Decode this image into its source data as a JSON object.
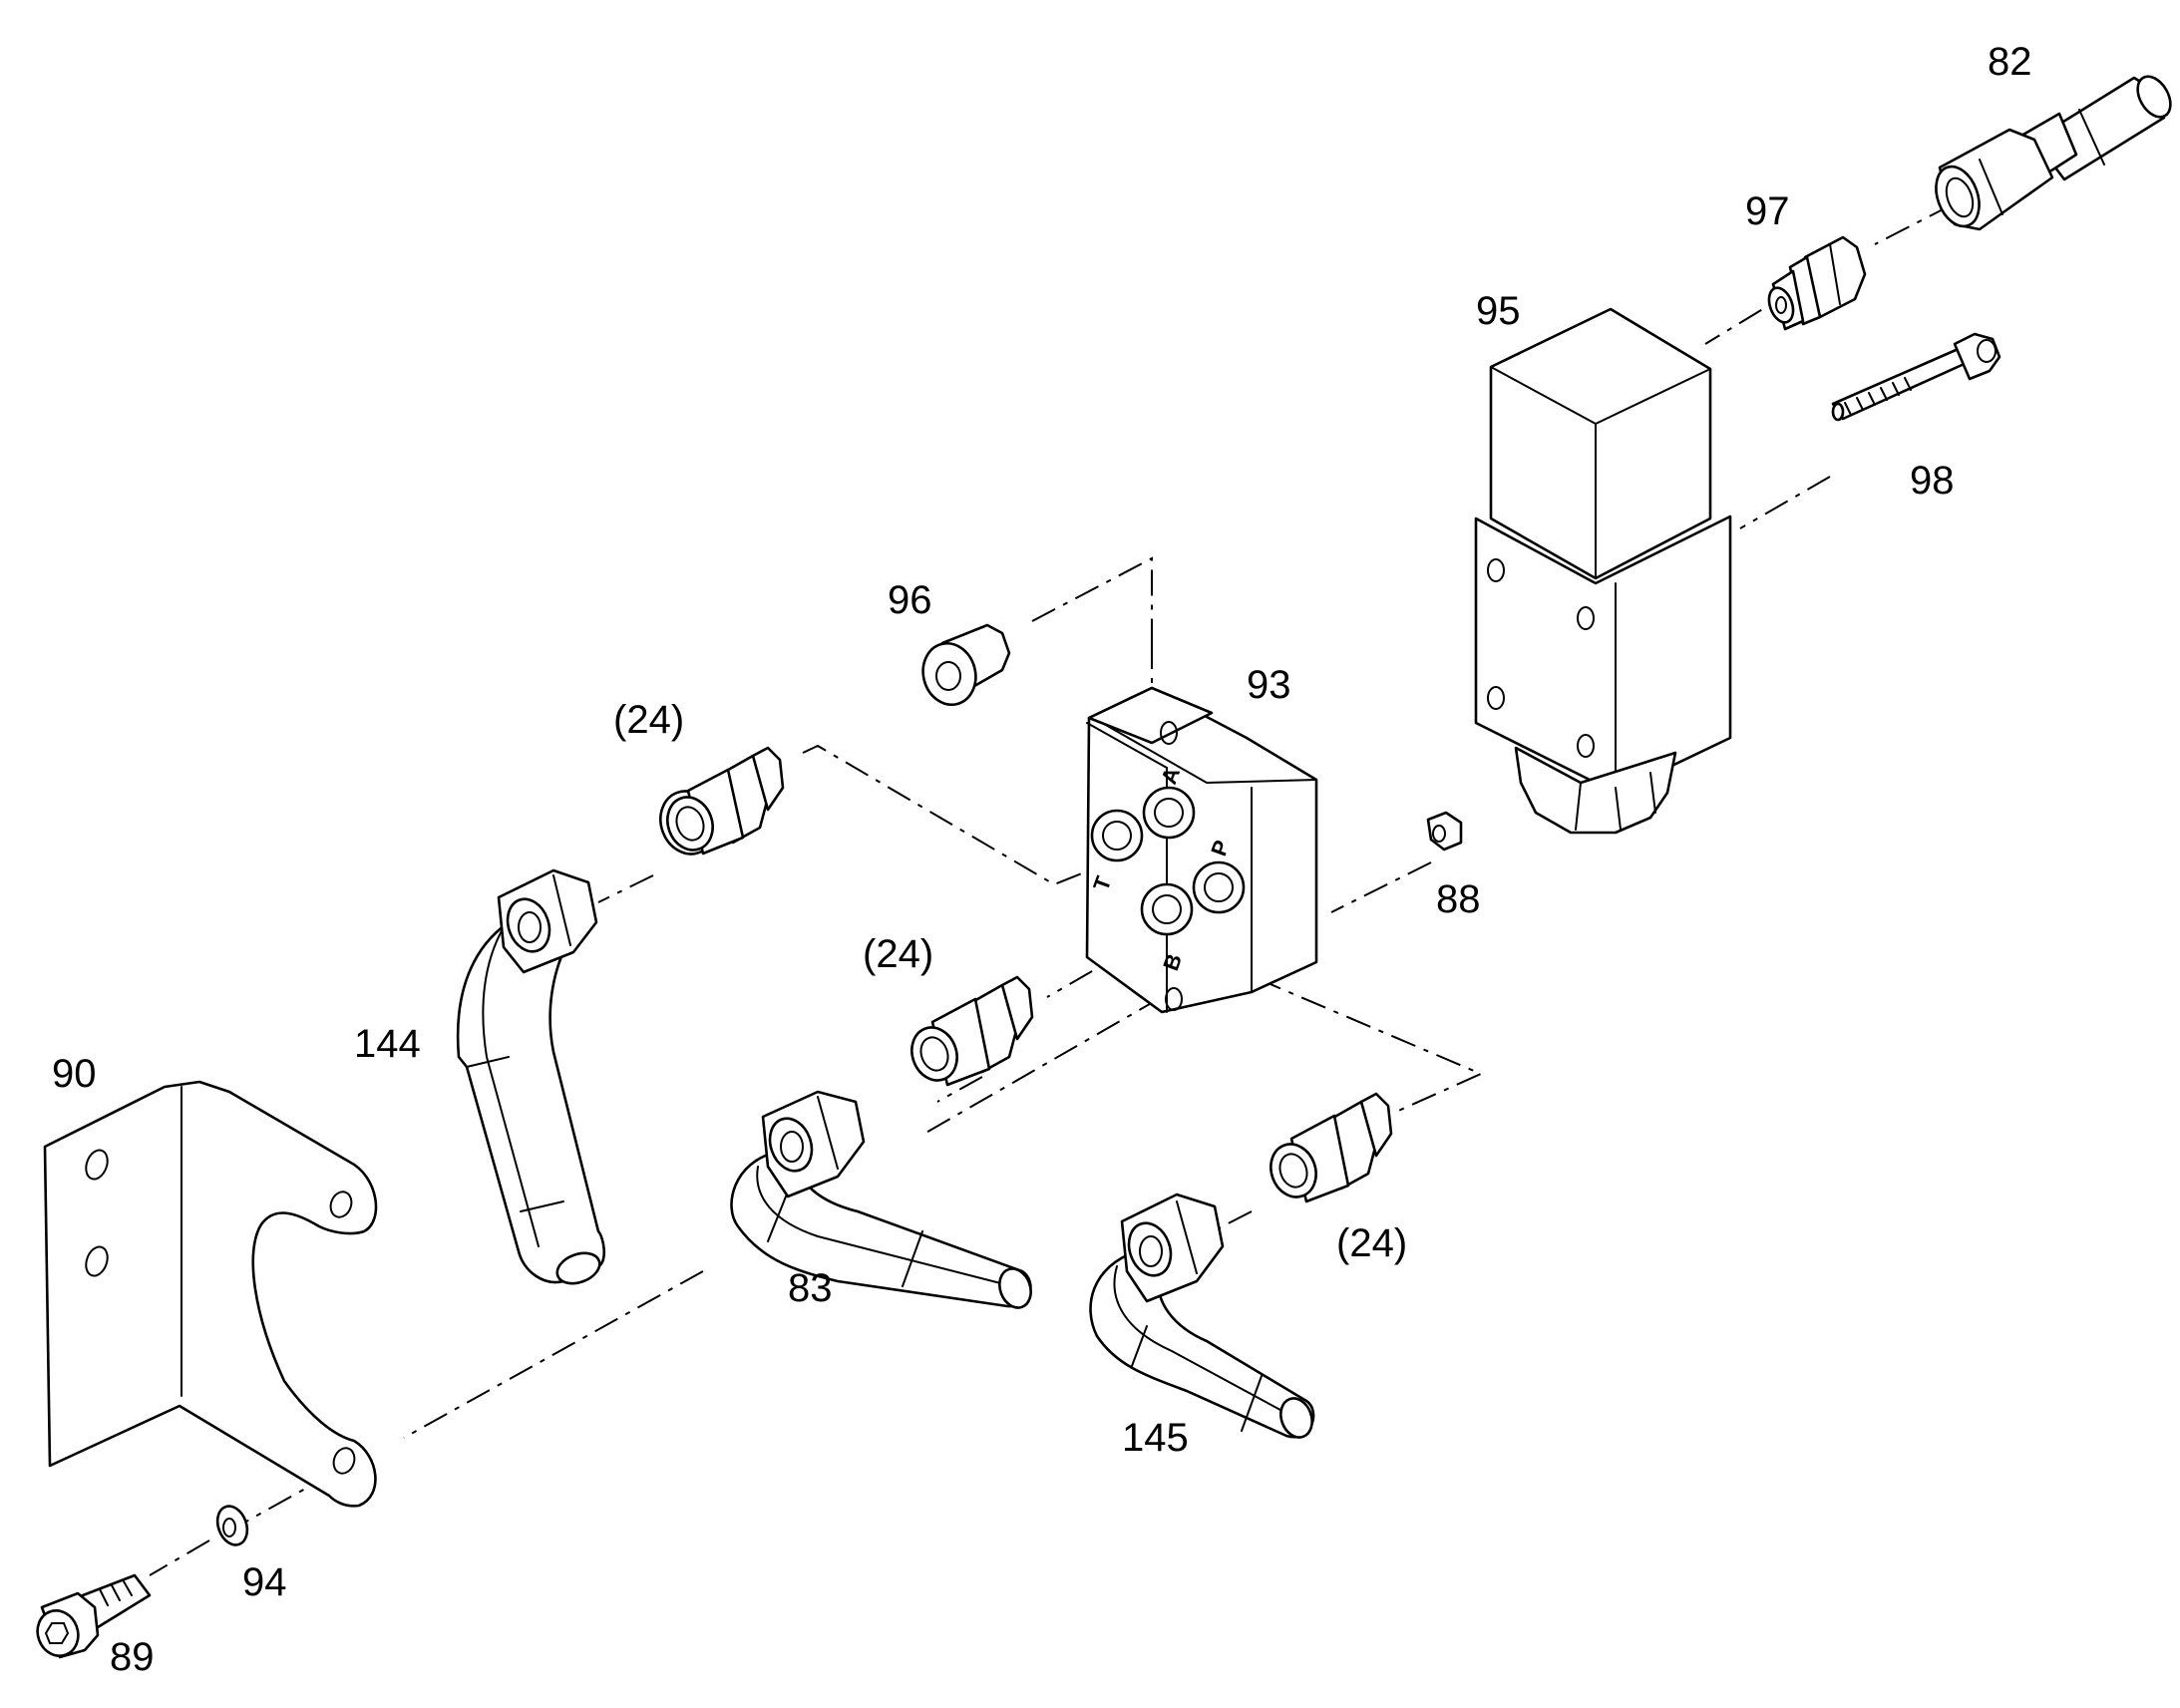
{
  "colors": {
    "line": "#000000",
    "background": "#ffffff"
  },
  "callouts": {
    "c82": "82",
    "c97": "97",
    "c95": "95",
    "c98": "98",
    "c96": "96",
    "c93": "93",
    "c24_top": "(24)",
    "c88": "88",
    "c144": "144",
    "c24_mid": "(24)",
    "c90": "90",
    "c83": "83",
    "c24_low": "(24)",
    "c145": "145",
    "c94": "94",
    "c89": "89"
  },
  "port_labels": {
    "t": "T",
    "a": "A",
    "b": "B",
    "p": "P"
  }
}
